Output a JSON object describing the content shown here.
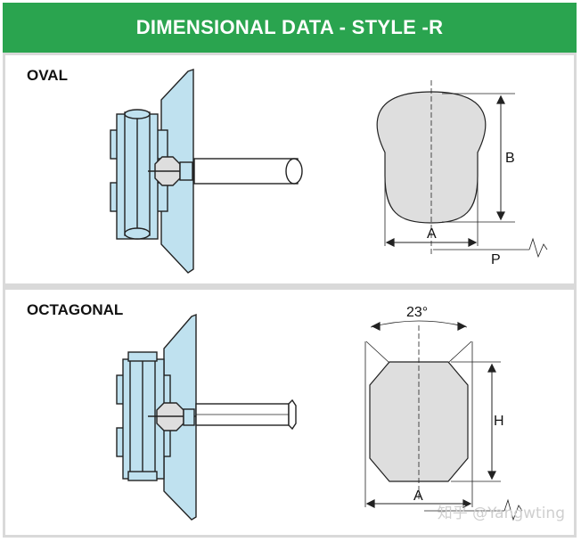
{
  "header": {
    "title": "DIMENSIONAL DATA - STYLE -R"
  },
  "oval": {
    "title": "OVAL",
    "labels": {
      "a": "A",
      "b": "B",
      "p": "P"
    }
  },
  "octagonal": {
    "title": "OCTAGONAL",
    "labels": {
      "angle": "23°",
      "h": "H",
      "a": "A"
    }
  },
  "watermark": "知乎 @Yangwting",
  "colors": {
    "header": "#2aa44f",
    "part_fill": "#bfe1ef",
    "section_fill": "#dedede",
    "background": "#d9d9d9"
  }
}
